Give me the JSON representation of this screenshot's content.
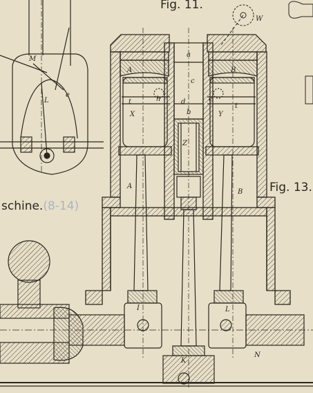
{
  "captions": {
    "fig11": "Fig. 11.",
    "fig13": "Fig. 13.",
    "machine_prefix": "schine.",
    "machine_ref": "(8-14)"
  },
  "labels": {
    "A1": "A",
    "B1": "B",
    "a": "a",
    "b": "b",
    "c": "c",
    "d": "d",
    "e": "e",
    "h": "h",
    "t1": "t",
    "t2": "t",
    "X": "X",
    "Y": "Y",
    "Z": "Z",
    "A2": "A",
    "B2": "B",
    "I": "I",
    "L": "L",
    "K": "K",
    "N": "N",
    "W": "W",
    "M": "M",
    "L_small": "L",
    "e_small": "e"
  },
  "colors": {
    "paper": "#e7dfc7",
    "ink": "#2b2620",
    "hatch": "#4a4236",
    "ref_blue": "#a9b6c4"
  }
}
